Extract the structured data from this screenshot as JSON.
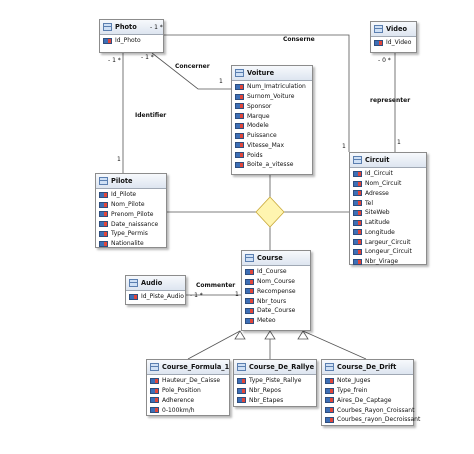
{
  "classes": {
    "photo": {
      "name": "Photo",
      "attrs": [
        "Id_Photo"
      ]
    },
    "video": {
      "name": "Video",
      "attrs": [
        "Id_Video"
      ]
    },
    "voiture": {
      "name": "Voiture",
      "attrs": [
        "Num_Imatriculation",
        "Surnom_Voiture",
        "Sponsor",
        "Marque",
        "Modele",
        "Puissance",
        "Vitesse_Max",
        "Poids",
        "Boite_a_vitesse"
      ]
    },
    "pilote": {
      "name": "Pilote",
      "attrs": [
        "Id_Pilote",
        "Nom_Pilote",
        "Prenom_Pilote",
        "Date_naissance",
        "Type_Permis",
        "Nationalite"
      ]
    },
    "circuit": {
      "name": "Circuit",
      "attrs": [
        "Id_Circuit",
        "Nom_Circuit",
        "Adresse",
        "Tel",
        "SiteWeb",
        "Latitude",
        "Longitude",
        "Largeur_Circuit",
        "Longeur_Circuit",
        "Nbr_Virage"
      ]
    },
    "audio": {
      "name": "Audio",
      "attrs": [
        "Id_Piste_Audio"
      ]
    },
    "course": {
      "name": "Course",
      "attrs": [
        "Id_Course",
        "Nom_Course",
        "Recompense",
        "Nbr_tours",
        "Date_Course",
        "Meteo"
      ]
    },
    "formula": {
      "name": "Course_Formula_1",
      "attrs": [
        "Hauteur_De_Caisse",
        "Pole_Position",
        "Adherence",
        "0-100km/h"
      ]
    },
    "rallye": {
      "name": "Course_De_Rallye",
      "attrs": [
        "Type_Piste_Rallye",
        "Nbr_Repos",
        "Nbr_Etapes"
      ]
    },
    "drift": {
      "name": "Course_De_Drift",
      "attrs": [
        "Note_Juges",
        "Type_frein",
        "Aires_De_Captage",
        "Courbes_Rayon_Croissant",
        "Courbes_rayon_Decroissant"
      ]
    }
  },
  "associations": {
    "conserne": "Conserne",
    "concerner": "Concerner",
    "identifier": "Identifier",
    "representer": "representer",
    "commenter": "Commenter"
  },
  "multiplicities": {
    "photo_conserne": "- 1 *",
    "photo_identifier": "- 1 *",
    "photo_concerner": "- 1 *",
    "voiture_concerner": "1",
    "pilote_identifier": "1",
    "circuit_conserne": "1",
    "video_representer": "- 0 *",
    "circuit_representer": "1",
    "audio_commenter": "- 1 *",
    "course_commenter": "1"
  }
}
